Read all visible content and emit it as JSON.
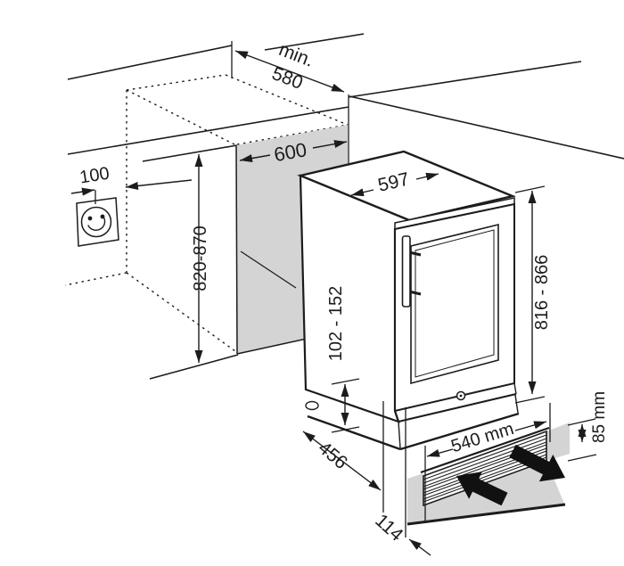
{
  "diagram": {
    "kind": "built-in appliance installation dimension drawing",
    "background_color": "#ffffff",
    "line_color": "#1c1c1c",
    "panel_gray": "#d4d4d4",
    "arrow_black": "#111111",
    "labels": {
      "niche_depth_min_line1": "min.",
      "niche_depth_min_line2": "580",
      "side_panel_depth": "600",
      "socket_distance": "100",
      "niche_height": "820-870",
      "appliance_width": "597",
      "base_height_range": "102 - 152",
      "appliance_height_range": "816 - 866",
      "appliance_depth": "456",
      "door_depth": "114",
      "vent_cutout_width": "540 mm",
      "vent_cutout_height": "85 mm"
    }
  }
}
